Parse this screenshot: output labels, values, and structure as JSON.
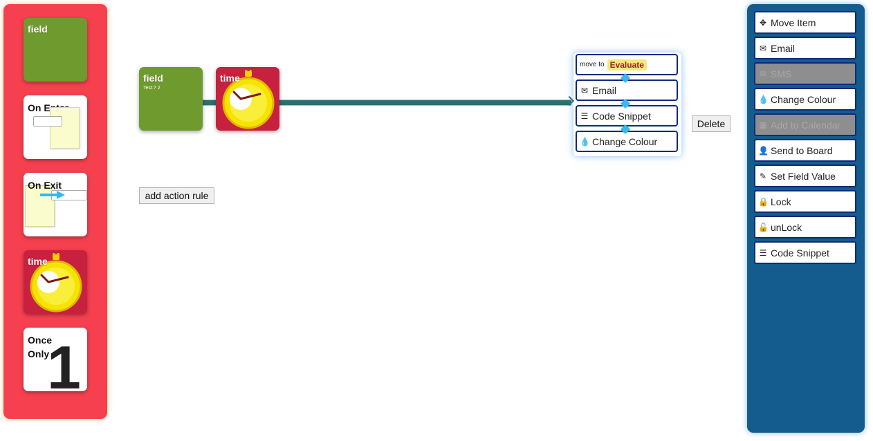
{
  "palette": {
    "field": {
      "label": "field"
    },
    "on_enter": {
      "label": "On Enter"
    },
    "on_exit": {
      "label": "On Exit"
    },
    "time": {
      "label": "time"
    },
    "once_only": {
      "label_line1": "Once",
      "label_line2": "Only",
      "big": "1"
    }
  },
  "canvas": {
    "field_tile": {
      "label": "field",
      "sub": "Test.? 2"
    },
    "time_tile": {
      "label": "time"
    },
    "add_action_rule_label": "add action rule",
    "delete_label": "Delete"
  },
  "rule_stack": {
    "move_prefix": "move to",
    "move_target": "Evaluate",
    "items": [
      {
        "icon": "envelope-icon",
        "label": "Email"
      },
      {
        "icon": "code-icon",
        "label": "Code Snippet"
      },
      {
        "icon": "drop-icon",
        "label": "Change Colour"
      }
    ]
  },
  "actions": [
    {
      "icon": "move-icon",
      "label": "Move Item",
      "enabled": true
    },
    {
      "icon": "envelope-icon",
      "label": "Email",
      "enabled": true
    },
    {
      "icon": "envelope-outline-icon",
      "label": "SMS",
      "enabled": false
    },
    {
      "icon": "drop-icon",
      "label": "Change Colour",
      "enabled": true
    },
    {
      "icon": "calendar-icon",
      "label": "Add to Calendar",
      "enabled": false
    },
    {
      "icon": "user-icon",
      "label": "Send to Board",
      "enabled": true
    },
    {
      "icon": "edit-icon",
      "label": "Set Field Value",
      "enabled": true
    },
    {
      "icon": "lock-icon",
      "label": "Lock",
      "enabled": true
    },
    {
      "icon": "unlock-icon",
      "label": "unLock",
      "enabled": true
    },
    {
      "icon": "code-icon",
      "label": "Code Snippet",
      "enabled": true
    }
  ],
  "colors": {
    "left_panel": "#f6404f",
    "right_panel": "#145c8e",
    "field_green": "#6f9b2e",
    "time_crimson": "#c8203f",
    "stage_badge_bg": "#f3e97a",
    "stage_badge_text": "#a3202a"
  }
}
